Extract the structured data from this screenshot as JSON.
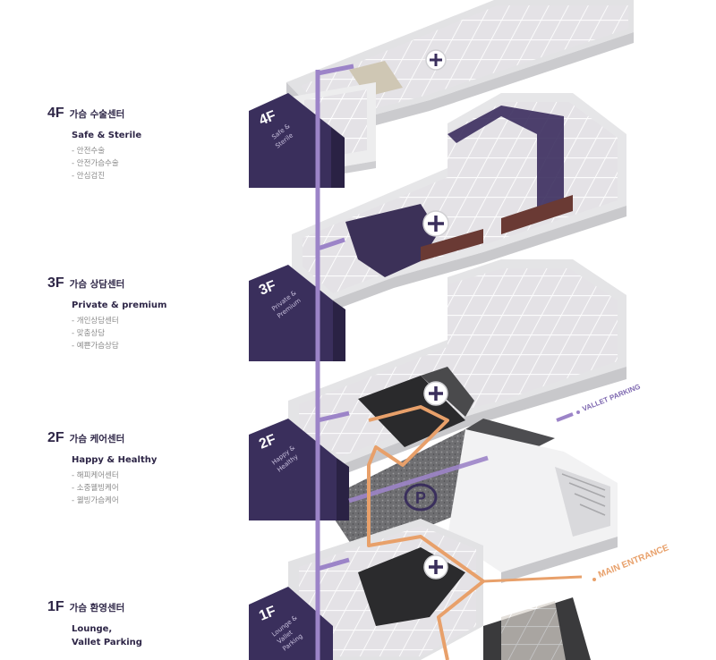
{
  "accent": "#3a2f5c",
  "lift_color": "#9c84c8",
  "route_color": "#e8a06a",
  "floors": [
    {
      "num": "4F",
      "title": "가슴 수술센터",
      "subtitle": "Safe & Sterile",
      "items": [
        "- 안전수술",
        "- 안전가슴수술",
        "- 안심검진"
      ],
      "tag": "4F",
      "tag_sub": [
        "Safe &",
        "Sterile"
      ]
    },
    {
      "num": "3F",
      "title": "가슴 상담센터",
      "subtitle": "Private & premium",
      "items": [
        "- 개인상담센터",
        "- 맞춤상담",
        "- 예쁜가슴상담"
      ],
      "tag": "3F",
      "tag_sub": [
        "Private &",
        "Premium"
      ]
    },
    {
      "num": "2F",
      "title": "가슴 케어센터",
      "subtitle": "Happy & Healthy",
      "items": [
        "- 해피케어센터",
        "- 소중웰빙케어",
        "- 웰빙가슴케어"
      ],
      "tag": "2F",
      "tag_sub": [
        "Happy &",
        "Healthy"
      ]
    },
    {
      "num": "1F",
      "title": "가슴 환영센터",
      "subtitle": "Lounge, Vallet Parking",
      "subtitle_lines": [
        "Lounge,",
        "Vallet Parking"
      ],
      "items": [],
      "tag": "1F",
      "tag_sub": [
        "Lounge &",
        "Vallet",
        "Parking"
      ]
    }
  ],
  "labels": {
    "vallet_parking": "VALLET PARKING",
    "main_entrance": "MAIN ENTRANCE",
    "parking_symbol": "P"
  }
}
